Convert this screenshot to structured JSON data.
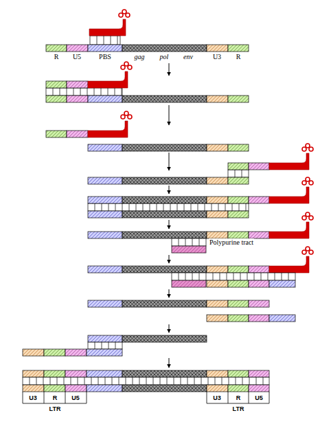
{
  "diagram": {
    "labels": [
      "R",
      "U5",
      "PBS",
      "gag",
      "pol",
      "env",
      "U3",
      "R",
      "Polypurine tract",
      "U3",
      "R",
      "U5",
      "LTR",
      "U3",
      "R",
      "U5",
      "LTR"
    ]
  }
}
